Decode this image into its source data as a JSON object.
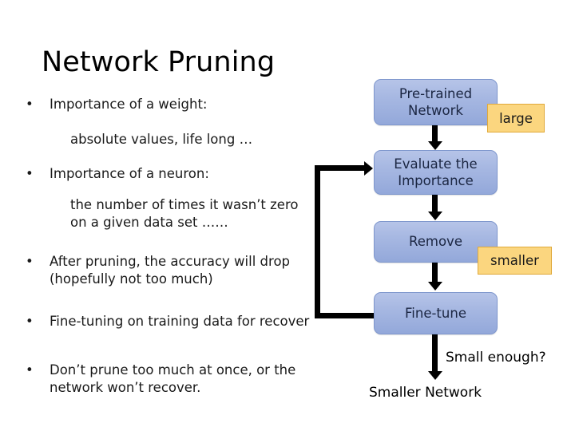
{
  "slide": {
    "title": "Network Pruning",
    "background_color": "#ffffff"
  },
  "bullets": [
    {
      "marker": "•",
      "text": "Importance of a weight:"
    },
    {
      "marker": "•",
      "text": "Importance of a neuron:"
    },
    {
      "marker": "•",
      "text": "After pruning, the accuracy will drop (hopefully not too much)"
    },
    {
      "marker": "•",
      "text": "Fine-tuning on training data for recover"
    },
    {
      "marker": "•",
      "text": "Don’t prune too much at once, or the network won’t recover."
    }
  ],
  "sub_bullets": [
    {
      "text": "absolute values, life long …"
    },
    {
      "text": "the number of times it wasn’t zero on a given data set ……"
    }
  ],
  "flowchart": {
    "box_fill_top": "#b6c4e8",
    "box_fill_bottom": "#93a8da",
    "box_text_color": "#1b2642",
    "badge_fill": "#fbd67f",
    "badge_border": "#e0a93a",
    "arrow_color": "#000000",
    "boxes": [
      {
        "id": "pretrained",
        "line1": "Pre-trained",
        "line2": "Network"
      },
      {
        "id": "evaluate",
        "line1": "Evaluate the",
        "line2": "Importance"
      },
      {
        "id": "remove",
        "line1": "Remove",
        "line2": ""
      },
      {
        "id": "finetune",
        "line1": "Fine-tune",
        "line2": ""
      }
    ],
    "badges": [
      {
        "id": "large",
        "label": "large"
      },
      {
        "id": "smaller",
        "label": "smaller"
      }
    ],
    "labels": [
      {
        "id": "small-enough",
        "text": "Small enough?"
      },
      {
        "id": "smaller-network",
        "text": "Smaller Network"
      }
    ]
  }
}
